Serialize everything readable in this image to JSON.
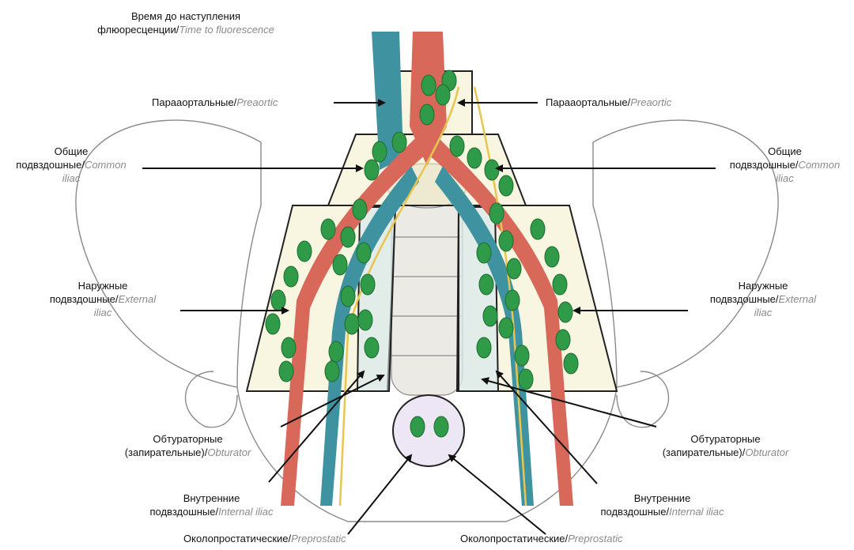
{
  "title": {
    "line1": "Время до наступления",
    "line2_ru": "флюоресценции",
    "line2_en": "Time to fluorescence"
  },
  "separator": "/",
  "labels": {
    "preaortic_left": {
      "ru": "Парааортальные",
      "en": "Preaortic"
    },
    "preaortic_right": {
      "ru": "Парааортальные",
      "en": "Preaortic"
    },
    "common_iliac_left": {
      "ru1": "Общие",
      "ru2": "подвздошные",
      "en1": "Common",
      "en2": "iliac"
    },
    "common_iliac_right": {
      "ru1": "Общие",
      "ru2": "подвздошные",
      "en1": "Common",
      "en2": "iliac"
    },
    "external_iliac_left": {
      "ru1": "Наружные",
      "ru2": "подвздошные",
      "en1": "External",
      "en2": "iliac"
    },
    "external_iliac_right": {
      "ru1": "Наружные",
      "ru2": "подвздошные",
      "en1": "External",
      "en2": "iliac"
    },
    "obturator_left": {
      "ru1": "Обтураторные",
      "ru2": "(запирательные)",
      "en": "Obturator"
    },
    "obturator_right": {
      "ru1": "Обтураторные",
      "ru2": "(запирательные)",
      "en": "Obturator"
    },
    "internal_iliac_left": {
      "ru1": "Внутренние",
      "ru2": "подвздошные",
      "en": "Internal iliac"
    },
    "internal_iliac_right": {
      "ru1": "Внутренние",
      "ru2": "подвздошные",
      "en": "Internal iliac"
    },
    "preprostatic_left": {
      "ru": "Околопростатические",
      "en": "Preprostatic"
    },
    "preprostatic_right": {
      "ru": "Околопростатические",
      "en": "Preprostatic"
    }
  },
  "colors": {
    "lymph_node": "#2f9a48",
    "lymph_node_edge": "#1c6e30",
    "artery": "#d8685a",
    "vein": "#3f93a0",
    "region_fill": "#f3edc6",
    "bone_line": "#7a7a7a",
    "arrow": "#111111"
  }
}
